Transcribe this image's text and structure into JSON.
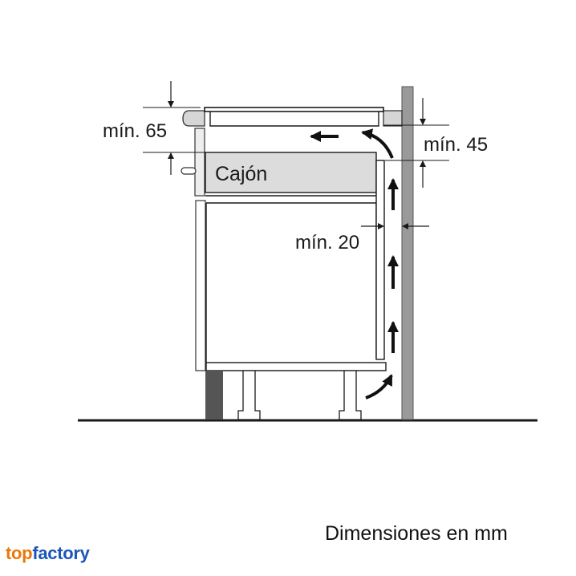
{
  "labels": {
    "min_65": "mín. 65",
    "min_45": "mín. 45",
    "min_20": "mín. 20",
    "drawer": "Cajón"
  },
  "caption": "Dimensiones en mm",
  "brand": {
    "part1": "top",
    "part2": "factory"
  },
  "colors": {
    "line": "#1a1a1a",
    "wall": "#9a9a9a",
    "countertop": "#d6d6d6",
    "drawer_fill": "#dcdcdc",
    "brand_orange": "#e8780a",
    "brand_blue": "#1a56b8"
  }
}
